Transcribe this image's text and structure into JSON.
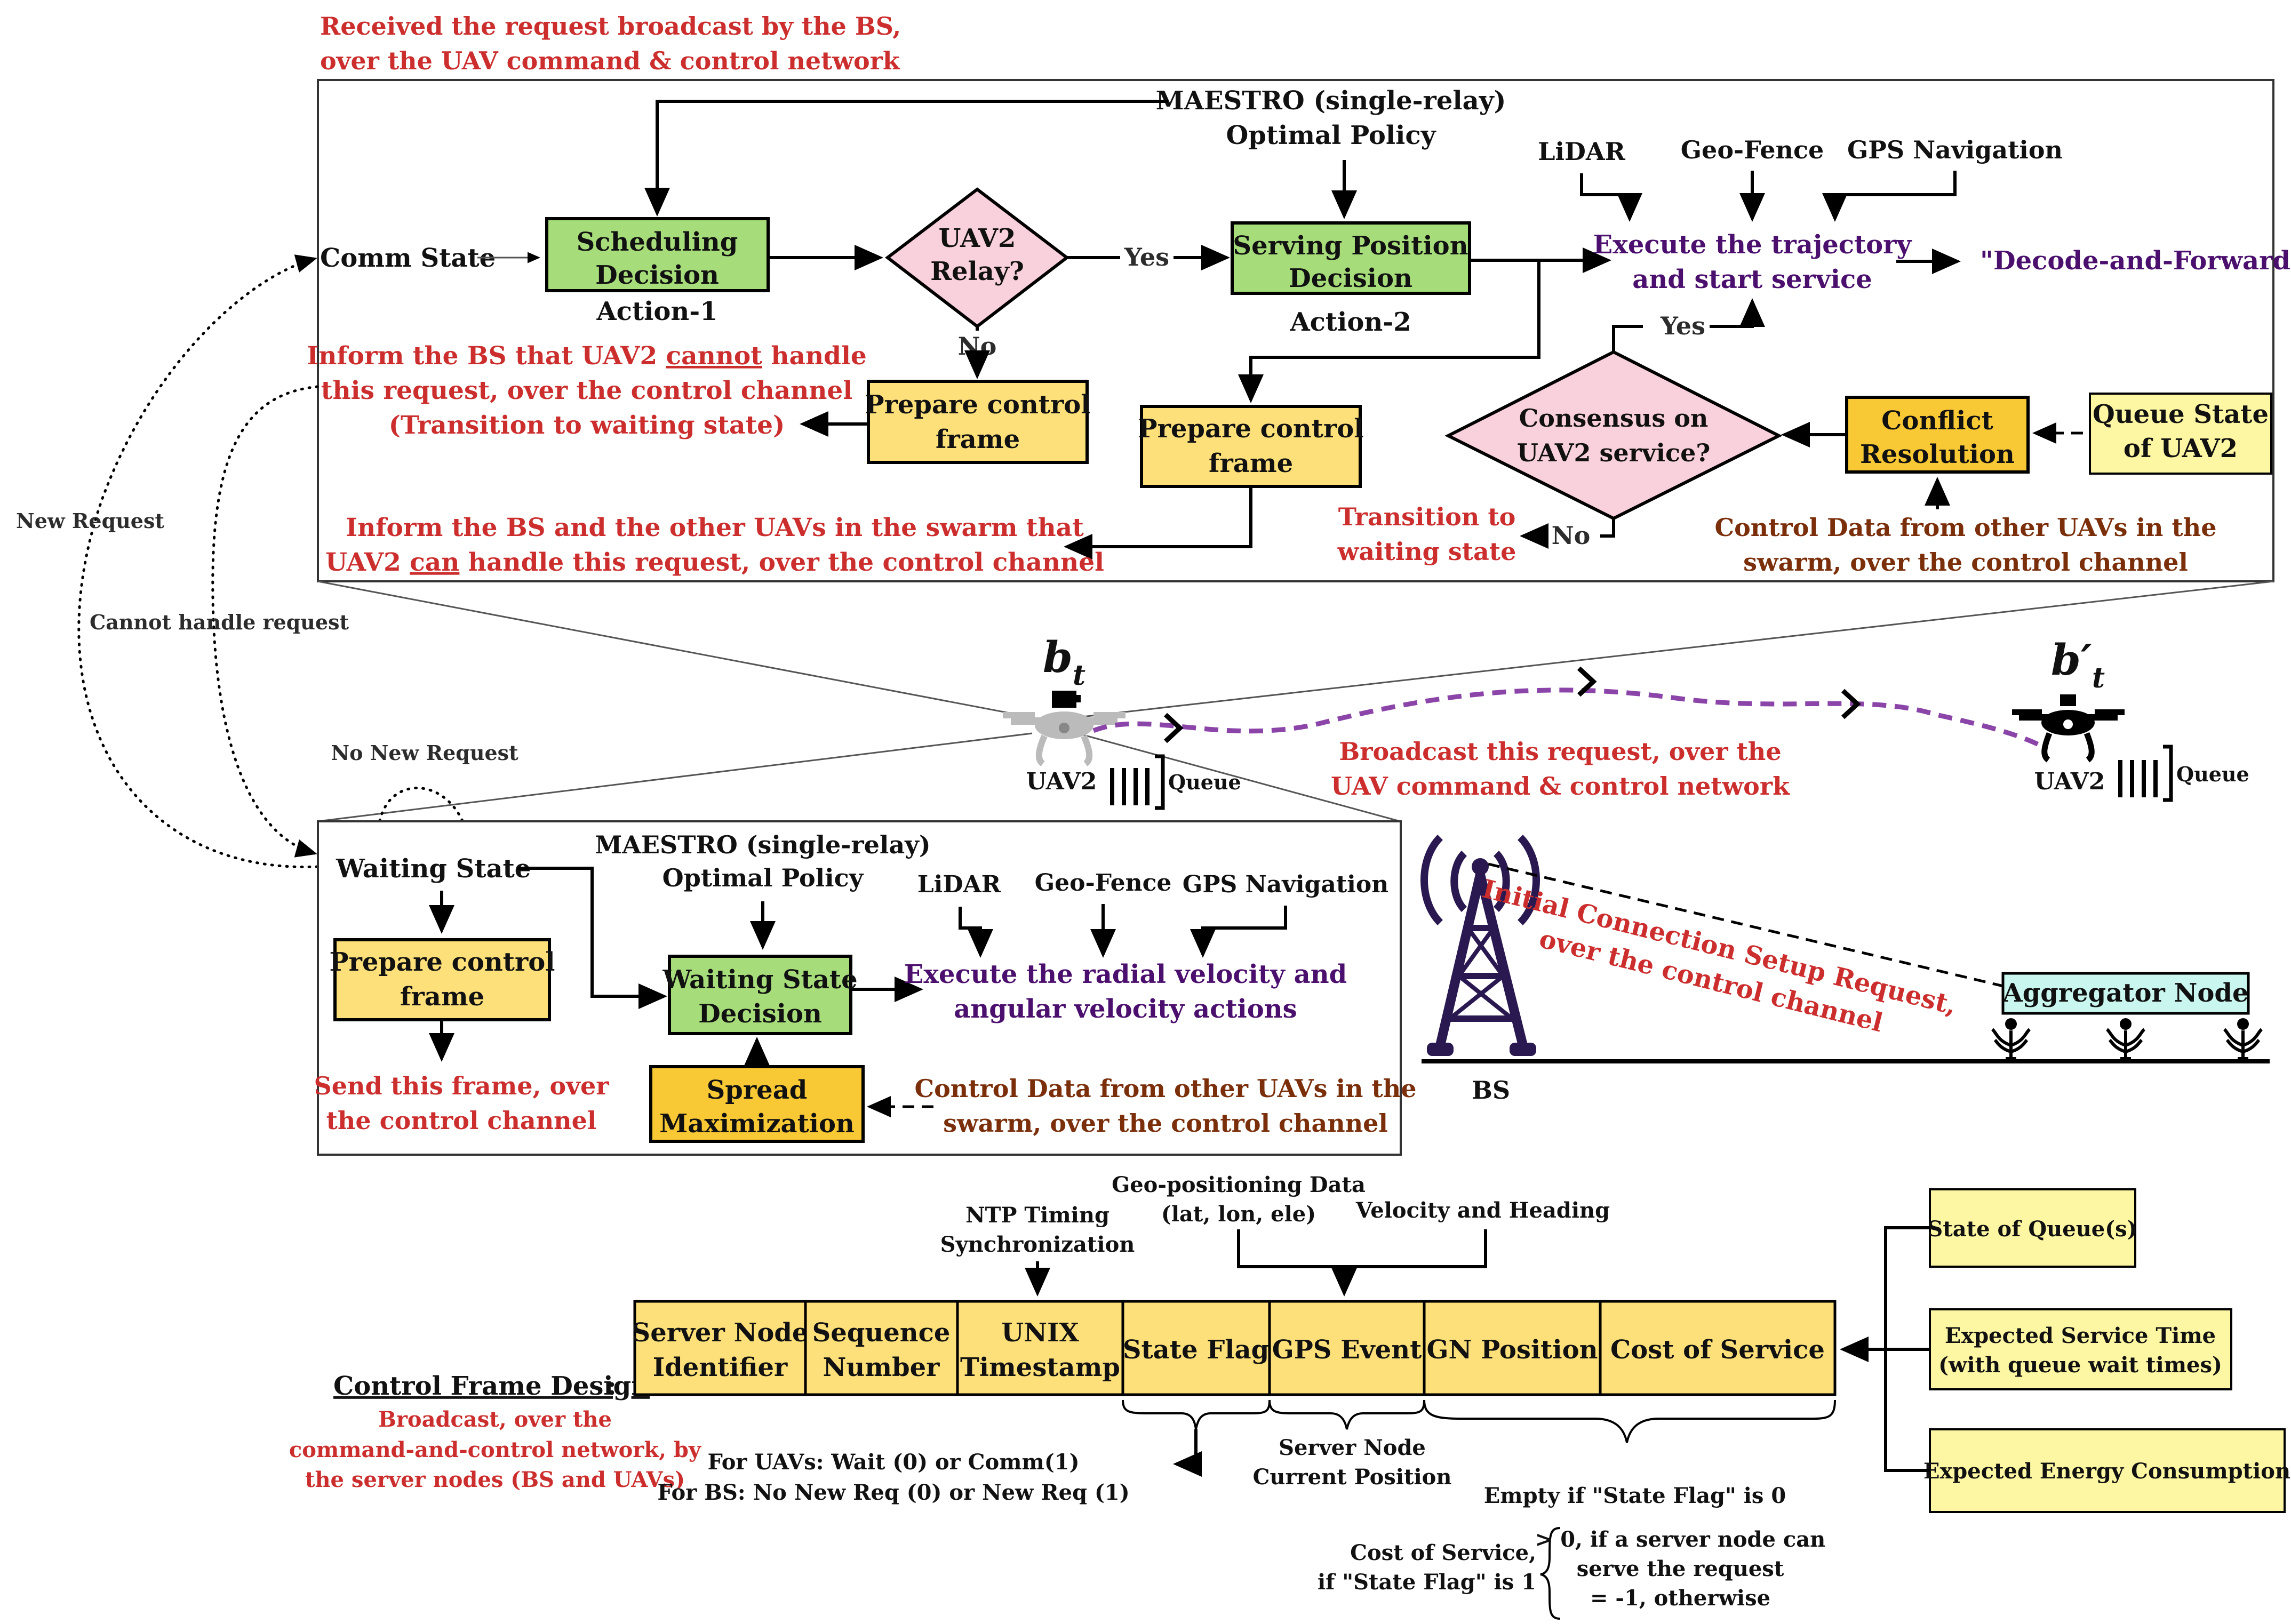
{
  "colors": {
    "green": "#a6dc7a",
    "yellow": "#fde07a",
    "orange": "#f9c935",
    "pink": "#f9d1dc",
    "light_yellow": "#fdf6a2",
    "cyan": "#c9f7ef",
    "red_text": "#cc2e2e",
    "purple_text": "#4b0f6e",
    "brown_text": "#7a2e0a",
    "trajectory": "#8b44a8"
  },
  "top_panel": {
    "header_line1": "Received the request broadcast by the BS,",
    "header_line2": "over the UAV command & control network",
    "maestro_line1": "MAESTRO (single-relay)",
    "maestro_line2": "Optimal Policy",
    "comm_state": "Comm State",
    "scheduling_line1": "Scheduling",
    "scheduling_line2": "Decision",
    "action1": "Action-1",
    "relay_line1": "UAV2",
    "relay_line2": "Relay?",
    "yes1": "Yes",
    "no1": "No",
    "serving_line1": "Serving Position",
    "serving_line2": "Decision",
    "action2": "Action-2",
    "lidar": "LiDAR",
    "geofence": "Geo-Fence",
    "gps_nav": "GPS Navigation",
    "execute_line1": "Execute the trajectory",
    "execute_line2": "and start service",
    "decode_forward": "\"Decode-and-Forward\"",
    "yes2": "Yes",
    "inform_cannot_line1a": "Inform the BS that UAV2 ",
    "inform_cannot_underline": "cannot",
    "inform_cannot_line1b": " handle",
    "inform_cannot_line2": "this request, over the control channel",
    "inform_cannot_line3": "(Transition to waiting state)",
    "prepare_left_line1": "Prepare control",
    "prepare_left_line2": "frame",
    "prepare_mid_line1": "Prepare control",
    "prepare_mid_line2": "frame",
    "consensus_line1": "Consensus on",
    "consensus_line2": "UAV2 service?",
    "conflict_line1": "Conflict",
    "conflict_line2": "Resolution",
    "queue_state_line1": "Queue State",
    "queue_state_line2": "of UAV2",
    "inform_can_line1": "Inform the BS and the other UAVs in the swarm that",
    "inform_can_line2a": "UAV2 ",
    "inform_can_underline": "can",
    "inform_can_line2b": " handle this request, over the control channel",
    "transition_line1": "Transition to",
    "transition_line2": "waiting state",
    "no2": "No",
    "control_data_line1": "Control Data from other UAVs in the",
    "control_data_line2": "swarm, over the control channel"
  },
  "side": {
    "new_request": "New Request",
    "cannot_handle": "Cannot handle request",
    "no_new_request": "No New Request"
  },
  "middle": {
    "bt": "b",
    "bt_sub": "t",
    "bt_prime": "b′",
    "bt_prime_sub": "t",
    "uav2_left": "UAV2",
    "queue_left": "Queue",
    "uav2_right": "UAV2",
    "queue_right": "Queue",
    "broadcast_line1": "Broadcast this request, over the",
    "broadcast_line2": "UAV command & control network",
    "initial_line1": "Initial Connection Setup Request,",
    "initial_line2": "over the control channel",
    "aggregator": "Aggregator Node",
    "bs": "BS"
  },
  "bottom_panel": {
    "waiting_state": "Waiting State",
    "maestro_line1": "MAESTRO (single-relay)",
    "maestro_line2": "Optimal Policy",
    "lidar": "LiDAR",
    "geofence": "Geo-Fence",
    "gps_nav": "GPS Navigation",
    "prepare_line1": "Prepare control",
    "prepare_line2": "frame",
    "waiting_decision_line1": "Waiting State",
    "waiting_decision_line2": "Decision",
    "execute_line1": "Execute the radial velocity and",
    "execute_line2": "angular velocity actions",
    "send_line1": "Send this frame, over",
    "send_line2": "the control channel",
    "spread_line1": "Spread",
    "spread_line2": "Maximization",
    "control_data_line1": "Control Data from other UAVs in the",
    "control_data_line2": "swarm, over the control channel"
  },
  "frame_design": {
    "title": "Control Frame Design",
    "title_colon": ":",
    "subtitle_line1": "Broadcast, over the",
    "subtitle_line2": "command-and-control network, by",
    "subtitle_line3": "the server nodes (BS and UAVs)",
    "fields": [
      {
        "line1": "Server Node",
        "line2": "Identifier"
      },
      {
        "line1": "Sequence",
        "line2": "Number"
      },
      {
        "line1": "UNIX",
        "line2": "Timestamp"
      },
      {
        "line1": "State Flag",
        "line2": ""
      },
      {
        "line1": "GPS Event",
        "line2": ""
      },
      {
        "line1": "GN Position",
        "line2": ""
      },
      {
        "line1": "Cost of Service",
        "line2": ""
      }
    ],
    "ntp_line1": "NTP Timing",
    "ntp_line2": "Synchronization",
    "geo_line1": "Geo-positioning Data",
    "geo_line2": "(lat, lon, ele)",
    "velocity": "Velocity and Heading",
    "state_flag_note_line1": "For UAVs: Wait (0) or Comm(1)",
    "state_flag_note_line2": "For BS: No New Req (0) or New Req (1)",
    "server_pos_line1": "Server Node",
    "server_pos_line2": "Current Position",
    "empty_note": "Empty if \"State Flag\" is 0",
    "cost_note_left_line1": "Cost of Service,",
    "cost_note_left_line2": "if \"State Flag\" is 1",
    "cost_note_right_line1": "> 0, if a server node can",
    "cost_note_right_line2": "serve the request",
    "cost_note_right_line3": "= -1, otherwise",
    "state_of_queue": "State of Queue(s)",
    "expected_service_line1": "Expected Service Time",
    "expected_service_line2": "(with queue wait times)",
    "expected_energy": "Expected Energy Consumption"
  }
}
